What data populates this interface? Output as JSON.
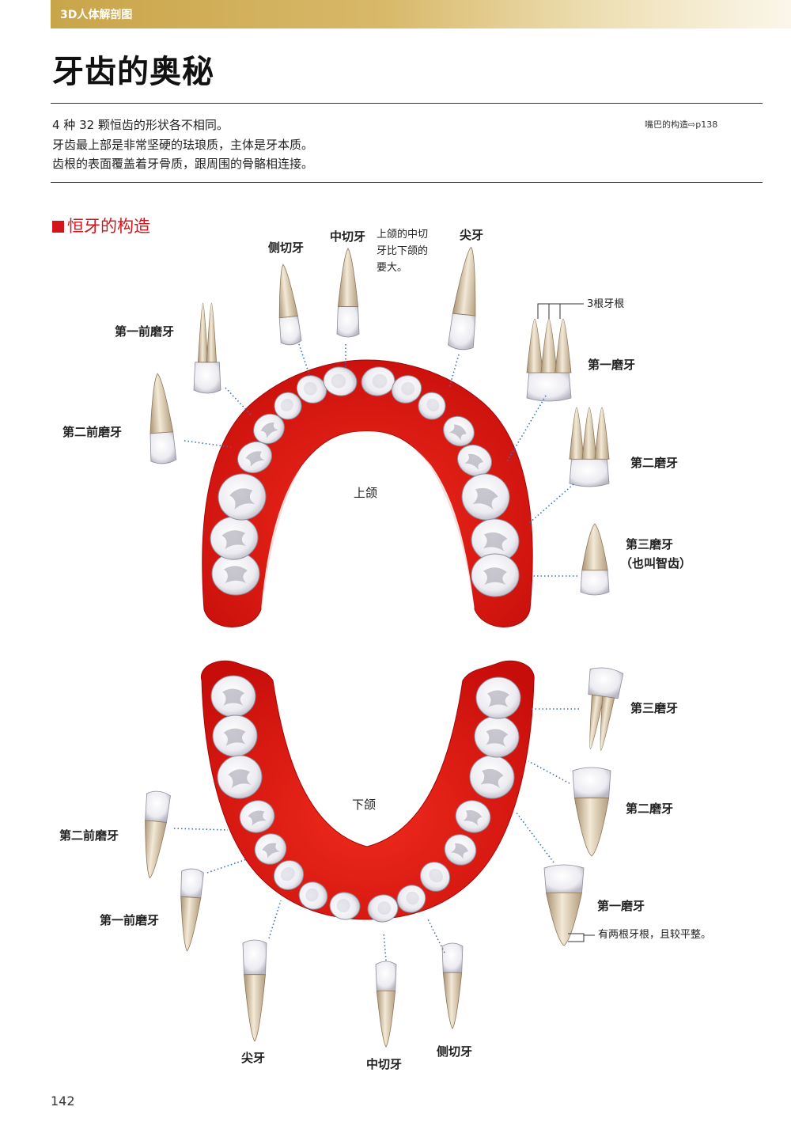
{
  "header": {
    "series": "3D人体解剖图"
  },
  "page": {
    "title": "牙齿的奥秘",
    "intro": [
      "4 种 32 颗恒齿的形状各不相同。",
      "牙齿最上部是非常坚硬的珐琅质，主体是牙本质。",
      "齿根的表面覆盖着牙骨质，跟周围的骨骼相连接。"
    ],
    "xref": "嘴巴的构造⇨p138",
    "section_title": "恒牙的构造",
    "number": "142"
  },
  "upper": {
    "jaw_label": "上颌",
    "central_incisor": "中切牙",
    "central_note": [
      "上颌的中切",
      "牙比下颌的",
      "要大。"
    ],
    "lateral_incisor": "侧切牙",
    "canine": "尖牙",
    "first_premolar": "第一前磨牙",
    "second_premolar": "第二前磨牙",
    "roots_note": "3根牙根",
    "first_molar": "第一磨牙",
    "second_molar": "第二磨牙",
    "third_molar": "第三磨牙",
    "third_molar_alias": "（也叫智齿）"
  },
  "lower": {
    "jaw_label": "下颌",
    "third_molar": "第三磨牙",
    "second_molar": "第二磨牙",
    "first_molar": "第一磨牙",
    "first_molar_note": "有两根牙根，且较平整。",
    "second_premolar": "第二前磨牙",
    "first_premolar": "第一前磨牙",
    "canine": "尖牙",
    "central_incisor": "中切牙",
    "lateral_incisor": "侧切牙"
  },
  "colors": {
    "gum": "#e0140e",
    "gum_dark": "#a5070a",
    "tooth": "#f3f2f6",
    "root": "#d9c9ae",
    "accent": "#d4141c",
    "band": "#c9a54a"
  }
}
